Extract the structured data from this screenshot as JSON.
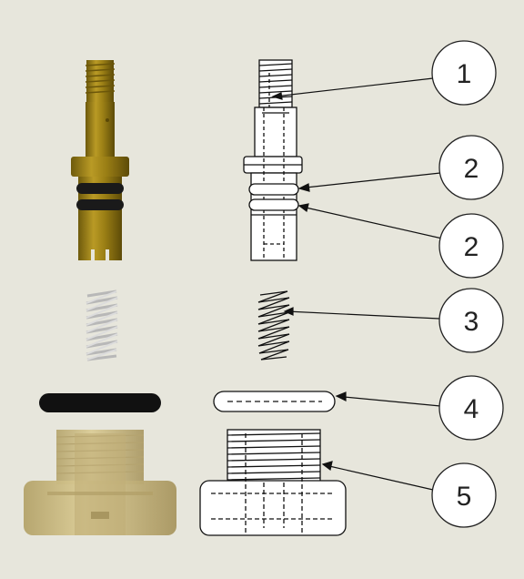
{
  "view": {
    "background": "#e7e6dc",
    "part_color": "#a58a1c",
    "part_color_translucent": "#c9b77e",
    "oring_color": "#1a1a1a",
    "spring_color": "#cfcfcf",
    "line_color": "#111111"
  },
  "balloons": [
    {
      "label": "1",
      "part": "valve-stem"
    },
    {
      "label": "2",
      "part": "o-ring-upper"
    },
    {
      "label": "2",
      "part": "o-ring-lower"
    },
    {
      "label": "3",
      "part": "spring"
    },
    {
      "label": "4",
      "part": "large-o-ring"
    },
    {
      "label": "5",
      "part": "threaded-cap"
    }
  ]
}
